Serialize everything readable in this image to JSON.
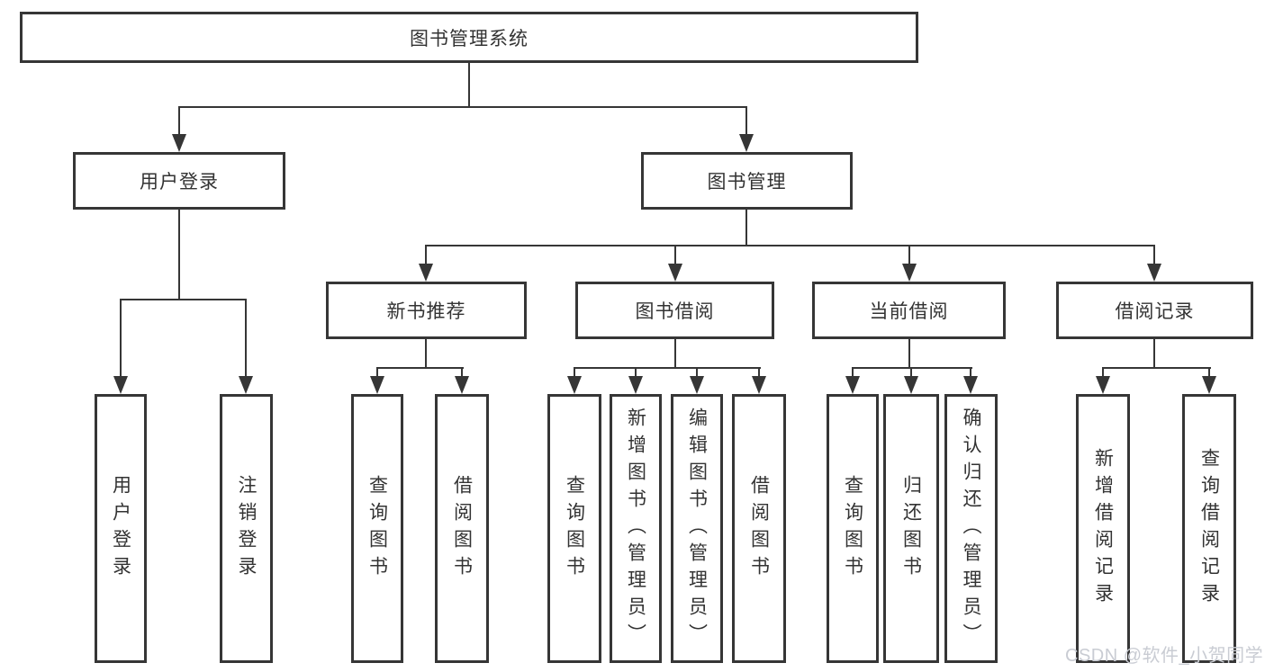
{
  "colors": {
    "line": "#363636",
    "text": "#333333",
    "watermark": "#c9ccd3",
    "background": "#ffffff"
  },
  "watermark": {
    "text": "CSDN @软件_小贺同学"
  },
  "tree": {
    "label": "图书管理系统",
    "children": [
      {
        "label": "用户登录",
        "children": [
          {
            "label": "用户登录"
          },
          {
            "label": "注销登录"
          }
        ]
      },
      {
        "label": "图书管理",
        "children": [
          {
            "label": "新书推荐",
            "children": [
              {
                "label": "查询图书"
              },
              {
                "label": "借阅图书"
              }
            ]
          },
          {
            "label": "图书借阅",
            "children": [
              {
                "label": "查询图书"
              },
              {
                "label": "新增图书（管理员）"
              },
              {
                "label": "编辑图书（管理员）"
              },
              {
                "label": "借阅图书"
              }
            ]
          },
          {
            "label": "当前借阅",
            "children": [
              {
                "label": "查询图书"
              },
              {
                "label": "归还图书"
              },
              {
                "label": "确认归还（管理员）"
              }
            ]
          },
          {
            "label": "借阅记录",
            "children": [
              {
                "label": "新增借阅记录"
              },
              {
                "label": "查询借阅记录"
              }
            ]
          }
        ]
      }
    ]
  }
}
